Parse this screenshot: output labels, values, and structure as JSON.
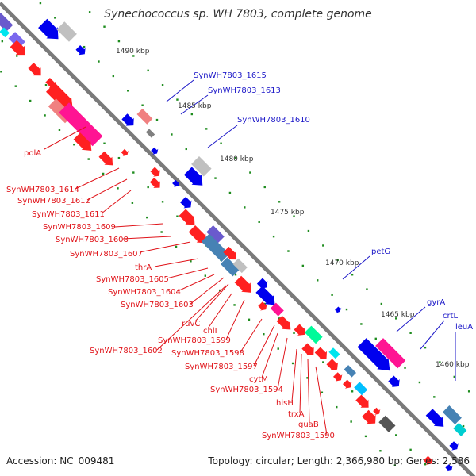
{
  "title": "Synechococcus sp. WH 7803, complete genome",
  "accession": "Accession: NC_009481",
  "topology": "Topology: circular; Length: 2,366,980 bp; Genes: 2,586",
  "colors": {
    "label_red": "#e0141a",
    "label_blue": "#1c18c8",
    "backbone": "#7a7a7a",
    "tick": "#1e8c1e"
  },
  "kbp_ticks": [
    "1490 kbp",
    "1485 kbp",
    "1480 kbp",
    "1475 kbp",
    "1470 kbp",
    "1465 kbp",
    "1460 kbp"
  ],
  "red_labels": [
    "polA",
    "SynWH7803_1614",
    "SynWH7803_1612",
    "SynWH7803_1611",
    "SynWH7803_1609",
    "SynWH7803_1608",
    "SynWH7803_1607",
    "thrA",
    "SynWH7803_1605",
    "SynWH7803_1604",
    "SynWH7803_1603",
    "ruvC",
    "chlI",
    "SynWH7803_1599",
    "SynWH7803_1602",
    "SynWH7803_1598",
    "SynWH7803_1597",
    "cytM",
    "SynWH7803_1594",
    "hisH",
    "trxA",
    "guaB",
    "SynWH7803_1590"
  ],
  "blue_labels": [
    "SynWH7803_1615",
    "SynWH7803_1613",
    "SynWH7803_1610",
    "petG",
    "gyrA",
    "crtL",
    "leuA"
  ]
}
